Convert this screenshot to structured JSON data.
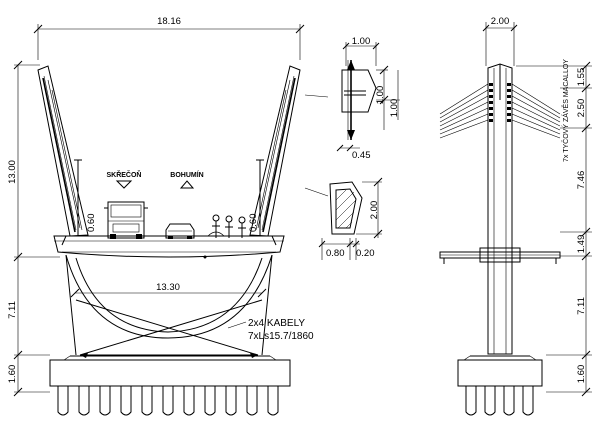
{
  "cross_section": {
    "width_total": "18.16",
    "height_pylon": "13.00",
    "height_cable": "7.11",
    "height_base": "1.60",
    "deck_width": "13.30",
    "rail_height_left": "0.60",
    "rail_height_right": "0.60",
    "sign_left": "SKŘEČOŇ",
    "sign_right": "BOHUMÍN",
    "cable_note_line1": "2x4 KABELY",
    "cable_note_line2": "7xLs15.7/1860"
  },
  "pylon_details": {
    "top_width": "1.00",
    "top_height": "1.00",
    "top_height_2": "1.00",
    "top_offset": "0.45",
    "mid_height": "2.00",
    "mid_width": "0.80",
    "mid_offset": "0.20"
  },
  "side_elevation": {
    "width": "2.00",
    "dim_top": "1.55",
    "dim_anchor": "2.50",
    "dim_mid": "7.46",
    "dim_deck": "1.49",
    "dim_lower": "7.11",
    "dim_base": "1.60",
    "hanger_note": "7x TYČOVÝ ZÁVĚS MACALLOY"
  }
}
